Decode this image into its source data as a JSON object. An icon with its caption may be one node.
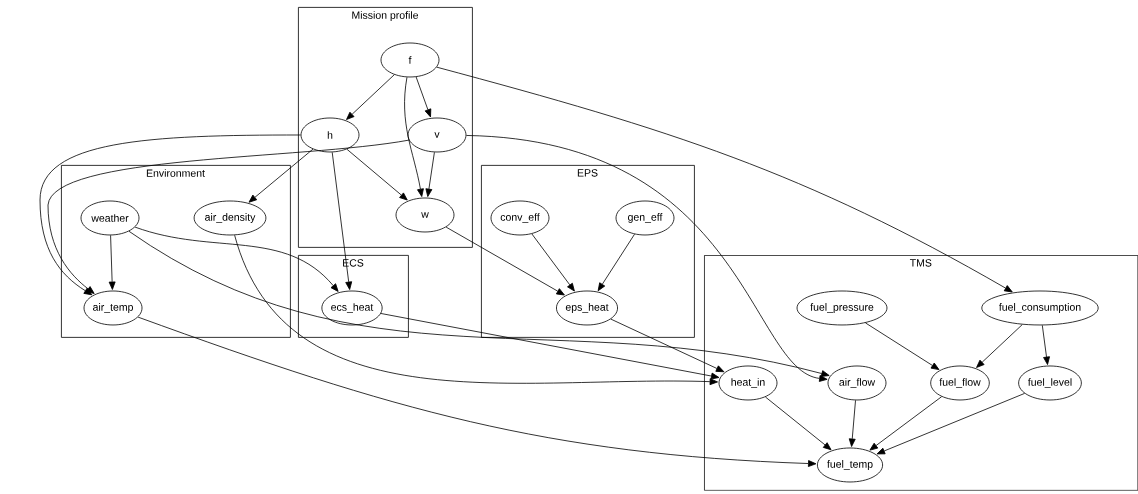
{
  "diagram": {
    "nodes": [
      {
        "text": [
          "Mission profile"
        ]
      },
      {
        "text": [
          "Environment"
        ]
      },
      {
        "text": [
          "ECS"
        ]
      },
      {
        "text": [
          "EPS"
        ]
      },
      {
        "text": [
          "TMS"
        ]
      },
      {
        "text": [
          "f"
        ],
        "in": 0
      },
      {
        "text": [
          "h"
        ],
        "in": 0
      },
      {
        "text": [
          "v"
        ],
        "in": 0
      },
      {
        "text": [
          "w"
        ],
        "in": 0
      },
      {
        "text": [
          "weather"
        ],
        "in": 1
      },
      {
        "text": [
          "air_density"
        ],
        "in": 1
      },
      {
        "text": [
          "air_temp"
        ],
        "in": 1
      },
      {
        "text": [
          "ecs_heat"
        ],
        "in": 2
      },
      {
        "text": [
          "conv_eff"
        ],
        "in": 3
      },
      {
        "text": [
          "gen_eff"
        ],
        "in": 3
      },
      {
        "text": [
          "eps_heat"
        ],
        "in": 3
      },
      {
        "text": [
          "fuel_pressure"
        ],
        "in": 4
      },
      {
        "text": [
          "fuel_consumption"
        ],
        "in": 4
      },
      {
        "text": [
          "heat_in"
        ],
        "in": 4
      },
      {
        "text": [
          "air_flow"
        ],
        "in": 4
      },
      {
        "text": [
          "fuel_flow"
        ],
        "in": 4
      },
      {
        "text": [
          "fuel_level"
        ],
        "in": 4
      },
      {
        "text": [
          "fuel_temp"
        ],
        "in": 4
      }
    ],
    "edges": [
      {
        "from": 5,
        "to": 6,
        "arrow": "to"
      },
      {
        "from": 5,
        "to": 7,
        "arrow": "to"
      },
      {
        "from": 5,
        "to": 8,
        "arrow": "to"
      },
      {
        "from": 5,
        "to": 17,
        "arrow": "to"
      },
      {
        "from": 6,
        "to": 8,
        "arrow": "to"
      },
      {
        "from": 6,
        "to": 10,
        "arrow": "to"
      },
      {
        "from": 6,
        "to": 12,
        "arrow": "to"
      },
      {
        "from": 6,
        "to": 11,
        "arrow": "to"
      },
      {
        "from": 7,
        "to": 8,
        "arrow": "to"
      },
      {
        "from": 7,
        "to": 11,
        "arrow": "to"
      },
      {
        "from": 7,
        "to": 19,
        "arrow": "to"
      },
      {
        "from": 8,
        "to": 15,
        "arrow": "to"
      },
      {
        "from": 9,
        "to": 11,
        "arrow": "to"
      },
      {
        "from": 9,
        "to": 12,
        "arrow": "to"
      },
      {
        "from": 9,
        "to": 19,
        "arrow": "to"
      },
      {
        "from": 10,
        "to": 18,
        "arrow": "to"
      },
      {
        "from": 13,
        "to": 15,
        "arrow": "to"
      },
      {
        "from": 14,
        "to": 15,
        "arrow": "to"
      },
      {
        "from": 12,
        "to": 18,
        "arrow": "to"
      },
      {
        "from": 15,
        "to": 18,
        "arrow": "to"
      },
      {
        "from": 11,
        "to": 22,
        "arrow": "to"
      },
      {
        "from": 16,
        "to": 20,
        "arrow": "to"
      },
      {
        "from": 17,
        "to": 20,
        "arrow": "to"
      },
      {
        "from": 17,
        "to": 21,
        "arrow": "to"
      },
      {
        "from": 18,
        "to": 22,
        "arrow": "to"
      },
      {
        "from": 19,
        "to": 22,
        "arrow": "to"
      },
      {
        "from": 20,
        "to": 22,
        "arrow": "to"
      },
      {
        "from": 21,
        "to": 22,
        "arrow": "to"
      }
    ]
  }
}
